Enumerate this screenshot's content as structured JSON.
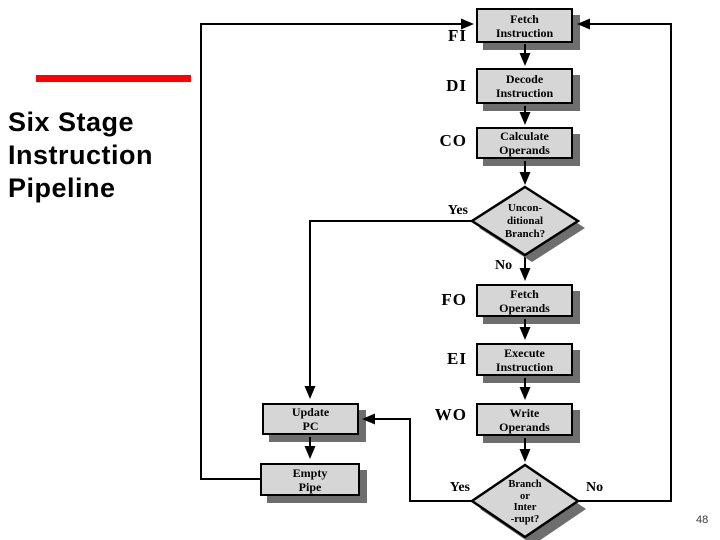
{
  "slide": {
    "title": "Six Stage\nInstruction\nPipeline",
    "page_number": "48"
  },
  "colors": {
    "accent_bar": "#ff0000",
    "box_fill": "#d6d6d6",
    "box_border": "#000000",
    "box_shadow": "#6e6e6e",
    "connector": "#000000"
  },
  "flowchart": {
    "stages": [
      {
        "label": "FI",
        "box_text": "Fetch\nInstruction"
      },
      {
        "label": "DI",
        "box_text": "Decode\nInstruction"
      },
      {
        "label": "CO",
        "box_text": "Calculate\nOperands"
      },
      {
        "label": "FO",
        "box_text": "Fetch\nOperands"
      },
      {
        "label": "EI",
        "box_text": "Execute\nInstruction"
      },
      {
        "label": "WO",
        "box_text": "Write\nOperands"
      }
    ],
    "decisions": [
      {
        "text": "Uncon-\nditional\nBranch?",
        "yes_label": "Yes",
        "no_label": "No"
      },
      {
        "text": "Branch\nor\nInter\n-rupt?",
        "yes_label": "Yes",
        "no_label": "No"
      }
    ],
    "side_boxes": [
      {
        "text": "Update\nPC"
      },
      {
        "text": "Empty\nPipe"
      }
    ]
  }
}
